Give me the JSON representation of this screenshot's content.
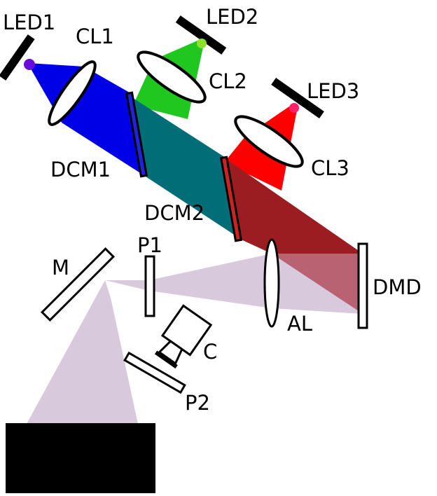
{
  "labels": {
    "led1": "LED1",
    "led2": "LED2",
    "led3": "LED3",
    "cl1": "CL1",
    "cl2": "CL2",
    "cl3": "CL3",
    "dcm1": "DCM1",
    "dcm2": "DCM2",
    "dmd": "DMD",
    "al": "AL",
    "p1": "P1",
    "p2": "P2",
    "m": "M",
    "c": "C"
  },
  "colors": {
    "blue": "#0000e6",
    "green": "#1fc71f",
    "red": "#ff0000",
    "teal": "#006d77",
    "dark_red": "#9b1d22",
    "lavender": "#d8c9dc",
    "led1_dot": "#6a0cd9",
    "led2_dot": "#8fe02a",
    "led3_dot": "#ff1f6a"
  }
}
